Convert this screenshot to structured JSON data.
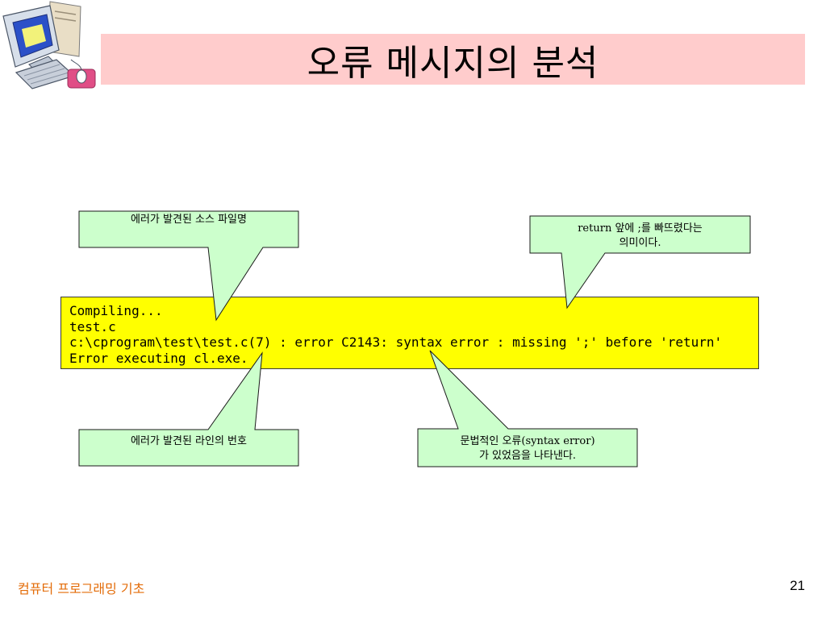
{
  "slide": {
    "title": "오류 메시지의 분석",
    "footer": "컴퓨터 프로그래밍 기초",
    "page_number": "21"
  },
  "console": {
    "lines": [
      "Compiling...",
      "test.c",
      "c:\\cprogram\\test\\test.c(7) : error C2143: syntax error : missing ';' before 'return'",
      "Error executing cl.exe."
    ]
  },
  "callouts": [
    {
      "lines": [
        "에러가 발견된 소스 파일명"
      ]
    },
    {
      "lines": [
        "return 앞에 ;를 빠뜨렸다는",
        "의미이다."
      ]
    },
    {
      "lines": [
        "에러가 발견된 라인의 번호"
      ]
    },
    {
      "lines": [
        "문법적인 오류(syntax error)",
        "가 있었음을 나타낸다."
      ]
    }
  ],
  "icons": {
    "clipart": "computer-clipart-icon"
  },
  "colors": {
    "title-bar": "#FFCCCC",
    "console-fill": "#FFFF00",
    "callout-fill": "#CCFFCC",
    "footer-text": "#E36C09"
  }
}
